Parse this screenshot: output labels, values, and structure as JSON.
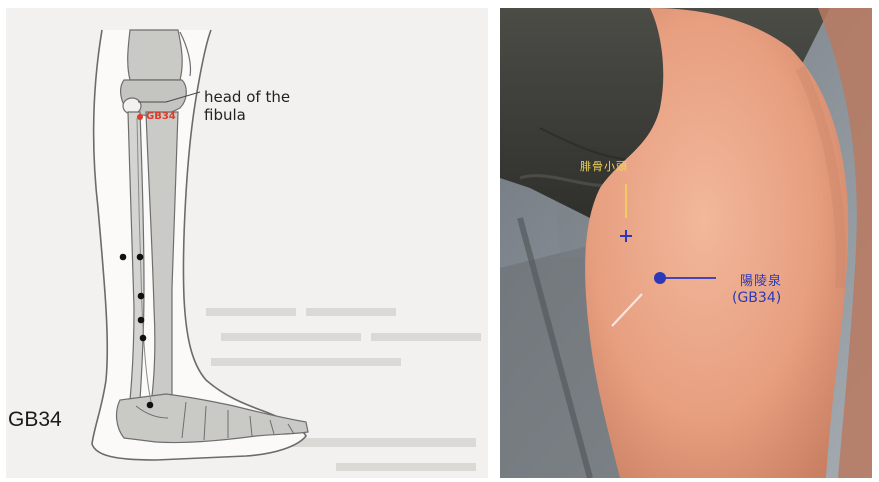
{
  "diagram": {
    "annotation_line1": "head of the",
    "annotation_line2": "fibula",
    "point_label": "GB34",
    "caption": "GB34"
  },
  "photo": {
    "upper_label": "腓骨小頭",
    "point_name": "陽陵泉",
    "point_code": "(GB34)"
  },
  "colors": {
    "point_red": "#e03a2a",
    "marker_blue": "#2b38b8",
    "label_yellow": "#f2d65a"
  }
}
